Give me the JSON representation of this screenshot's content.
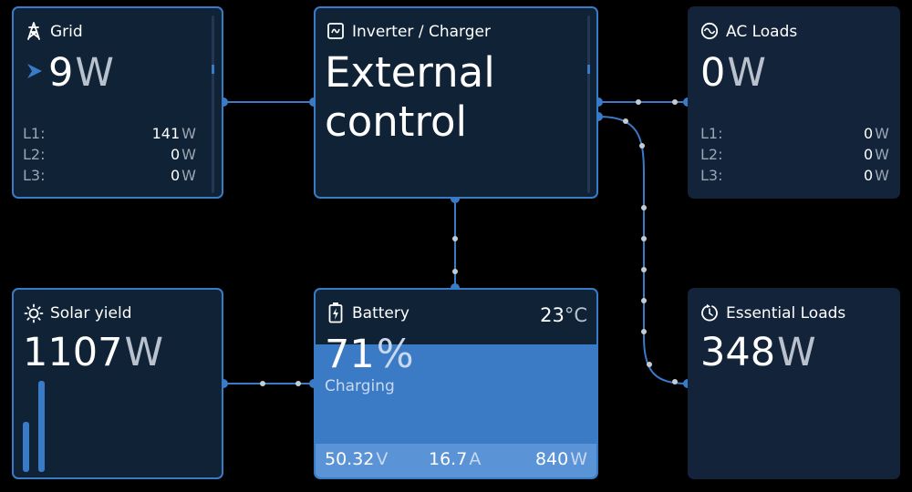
{
  "grid": {
    "title": "Grid",
    "power_value": "9",
    "power_unit": "W",
    "phases": [
      {
        "label": "L1:",
        "value": "141",
        "unit": "W"
      },
      {
        "label": "L2:",
        "value": "0",
        "unit": "W"
      },
      {
        "label": "L3:",
        "value": "0",
        "unit": "W"
      }
    ]
  },
  "inverter": {
    "title": "Inverter / Charger",
    "status_line1": "External",
    "status_line2": "control"
  },
  "ac_loads": {
    "title": "AC Loads",
    "power_value": "0",
    "power_unit": "W",
    "phases": [
      {
        "label": "L1:",
        "value": "0",
        "unit": "W"
      },
      {
        "label": "L2:",
        "value": "0",
        "unit": "W"
      },
      {
        "label": "L3:",
        "value": "0",
        "unit": "W"
      }
    ]
  },
  "solar": {
    "title": "Solar yield",
    "power_value": "1107",
    "power_unit": "W",
    "bar_levels": [
      0.55,
      1.0
    ]
  },
  "battery": {
    "title": "Battery",
    "temperature_value": "23",
    "temperature_unit": "°C",
    "soc_value": "71",
    "soc_unit": "%",
    "soc_fraction": 0.71,
    "status": "Charging",
    "voltage_value": "50.32",
    "voltage_unit": "V",
    "current_value": "16.7",
    "current_unit": "A",
    "power_value": "840",
    "power_unit": "W"
  },
  "essential_loads": {
    "title": "Essential Loads",
    "power_value": "348",
    "power_unit": "W"
  },
  "colors": {
    "accent": "#3a7bc8",
    "battery_fill": "#3b7bc6",
    "panel_dark": "#13233a",
    "panel_highlight": "#102236"
  },
  "icons": {
    "grid": "transmission-tower-icon",
    "inverter": "inverter-icon",
    "ac_loads": "sine-wave-icon",
    "solar": "sun-icon",
    "battery": "battery-charging-icon",
    "essential_loads": "power-cycle-icon",
    "grid_flow": "arrow-right-icon"
  }
}
